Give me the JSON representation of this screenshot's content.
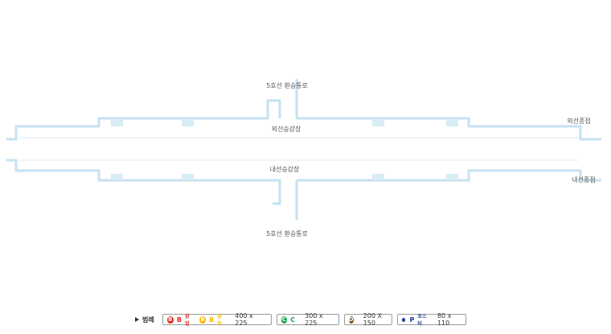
{
  "map": {
    "labels": {
      "transfer_top": "5호선 환승통로",
      "transfer_bottom": "5호선 환승통로",
      "outer_platform": "외선승강장",
      "inner_platform": "내선승강장",
      "outer_terminal": "외선종점",
      "inner_terminal": "내선종점"
    },
    "colors": {
      "line": "#c5e2f0",
      "marker": "#d8ecf6",
      "track": "#dcecf5"
    }
  },
  "legend": {
    "title": "범례",
    "items": [
      {
        "icon": "B",
        "code": "B",
        "sub": "상업",
        "icon2": "B",
        "code2": "B",
        "sub2": "공익",
        "size": "400 x 225",
        "color": "#e1251b",
        "color2": "#f2b600"
      },
      {
        "icon": "C",
        "code": "C",
        "size": "300 x 225",
        "color": "#1aa24a"
      },
      {
        "icon": "D",
        "size": "200 X 150",
        "color": "#7a4a1e"
      },
      {
        "code": "P",
        "sub": "포스터",
        "size": "80 x 110",
        "color": "#1f3a93"
      }
    ]
  }
}
